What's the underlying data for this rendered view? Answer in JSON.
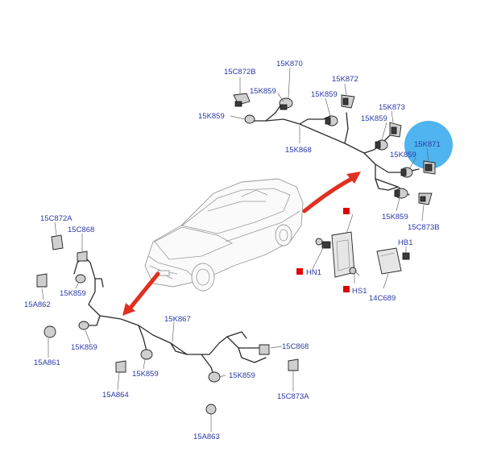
{
  "colors": {
    "label": "#2a39a8",
    "marker": "#e00000",
    "arrow": "#e03020",
    "highlight": "#4fb4ef"
  },
  "labels": {
    "r_15C872B": "15C872B",
    "r_15K870": "15K870",
    "r_15K859_a": "15K859",
    "r_15K872": "15K872",
    "r_15K859_b": "15K859",
    "r_15K859_c": "15K859",
    "r_15K873": "15K873",
    "r_15K859_d": "15K859",
    "r_15K868": "15K868",
    "r_15K871": "15K871",
    "r_15K859_e": "15K859",
    "r_15K859_f": "15K859",
    "r_15C873B": "15C873B",
    "m_HB1": "HB1",
    "m_HN1": "HN1",
    "m_HS1": "HS1",
    "m_14C689": "14C689",
    "f_15C872A": "15C872A",
    "f_15C868_a": "15C868",
    "f_15K859_a": "15K859",
    "f_15A862": "15A862",
    "f_15K859_b": "15K859",
    "f_15A861": "15A861",
    "f_15K867": "15K867",
    "f_15K859_c": "15K859",
    "f_15A864": "15A864",
    "f_15C868_b": "15C868",
    "f_15K859_d": "15K859",
    "f_15C873A": "15C873A",
    "f_15A863": "15A863"
  }
}
